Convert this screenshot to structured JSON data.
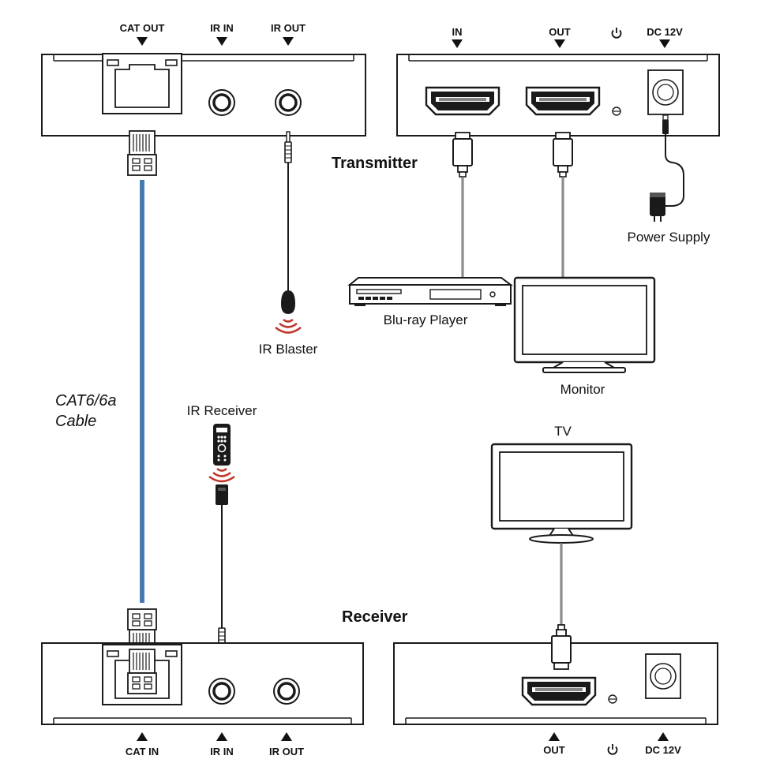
{
  "transmitter_ir_unit": {
    "ports": {
      "cat_out": "CAT OUT",
      "ir_in": "IR IN",
      "ir_out": "IR OUT"
    }
  },
  "transmitter_video_unit": {
    "ports": {
      "in": "IN",
      "out": "OUT",
      "dc": "DC 12V"
    }
  },
  "receiver_ir_unit": {
    "ports": {
      "cat_in": "CAT IN",
      "ir_in": "IR IN",
      "ir_out": "IR OUT"
    }
  },
  "receiver_video_unit": {
    "ports": {
      "out": "OUT",
      "dc": "DC 12V"
    }
  },
  "titles": {
    "transmitter": "Transmitter",
    "receiver": "Receiver"
  },
  "devices": {
    "power_supply": "Power Supply",
    "bluray": "Blu-ray Player",
    "monitor": "Monitor",
    "ir_blaster": "IR Blaster",
    "ir_receiver": "IR Receiver",
    "tv": "TV"
  },
  "cable": {
    "line1": "CAT6/6a",
    "line2": "Cable"
  },
  "colors": {
    "cat_cable": "#4a7fb5",
    "ir_signal": "#c0392b",
    "outline": "#1a1a1a",
    "panel": "#ffffff"
  },
  "icons": {
    "power_symbol": "power-icon"
  }
}
